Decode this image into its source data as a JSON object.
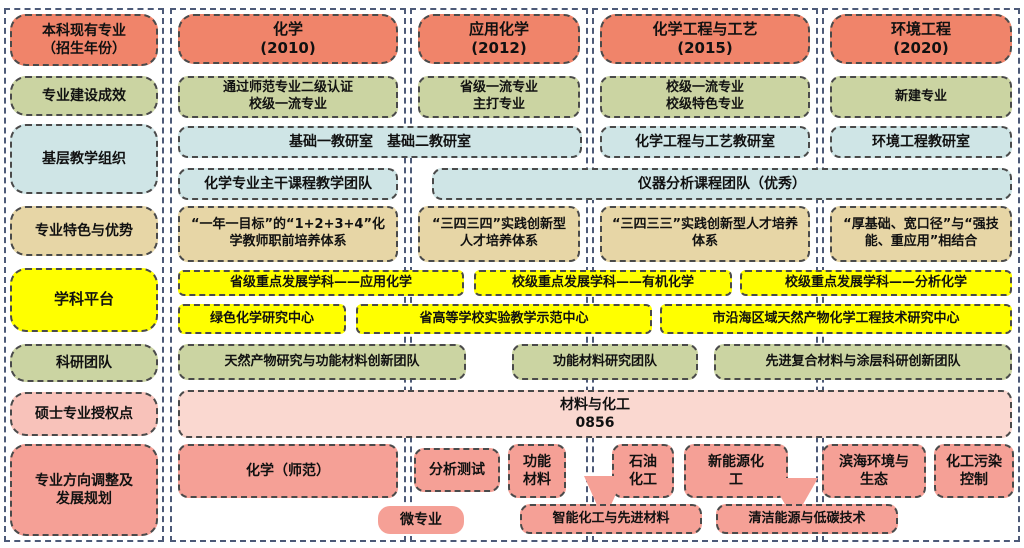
{
  "row_labels": [
    "本科现有专业\n（招生年份）",
    "专业建设成效",
    "基层教学组织",
    "专业特色与优势",
    "学科平台",
    "科研团队",
    "硕士专业授权点",
    "专业方向调整及\n发展规划"
  ],
  "program_headers": [
    "化学\n(2010)",
    "应用化学\n(2012)",
    "化学工程与工艺\n(2015)",
    "环境工程\n(2020)"
  ],
  "achievements": [
    "通过师范专业二级认证\n校级一流专业",
    "省级一流专业\n主打专业",
    "校级一流专业\n校级特色专业",
    "新建专业"
  ],
  "teaching_offices": [
    "基础一教研室　基础二教研室",
    "化学工程与工艺教研室",
    "环境工程教研室"
  ],
  "teaching_teams": [
    "化学专业主干课程教学团队",
    "仪器分析课程团队（优秀）"
  ],
  "features": [
    "“一年一目标”的“1+2+3+4”化学教师职前培养体系",
    "“三四三四”实践创新型人才培养体系",
    "“三四三三”实践创新型人才培养体系",
    "“厚基础、宽口径”与“强技能、重应用”相结合"
  ],
  "discipline_platforms": [
    "省级重点发展学科——应用化学",
    "校级重点发展学科——有机化学",
    "校级重点发展学科——分析化学"
  ],
  "research_platforms": [
    "绿色化学研究中心",
    "省高等学校实验教学示范中心",
    "市沿海区域天然产物化学工程技术研究中心"
  ],
  "research_teams": [
    "天然产物研究与功能材料创新团队",
    "功能材料研究团队",
    "先进复合材料与涂层科研创新团队"
  ],
  "master_point": "材料与化工\n0856",
  "directions": [
    "化学（师范）",
    "分析测试",
    "功能\n材料",
    "石油\n化工",
    "新能源化\n工",
    "滨海环境与\n生态",
    "化工污染\n控制"
  ],
  "micro_major": {
    "label": "微专业",
    "items": [
      "智能化工与先进材料",
      "清洁能源与低碳技术"
    ]
  },
  "colors": {
    "header_salmon": "#F0846A",
    "green": "#CBD4A2",
    "light_blue": "#CFE5E6",
    "tan": "#E7D6A6",
    "yellow": "#FFFF00",
    "light_pink": "#FAD8D0",
    "rose": "#F5A096",
    "frame_dash": "#4d5a78"
  }
}
